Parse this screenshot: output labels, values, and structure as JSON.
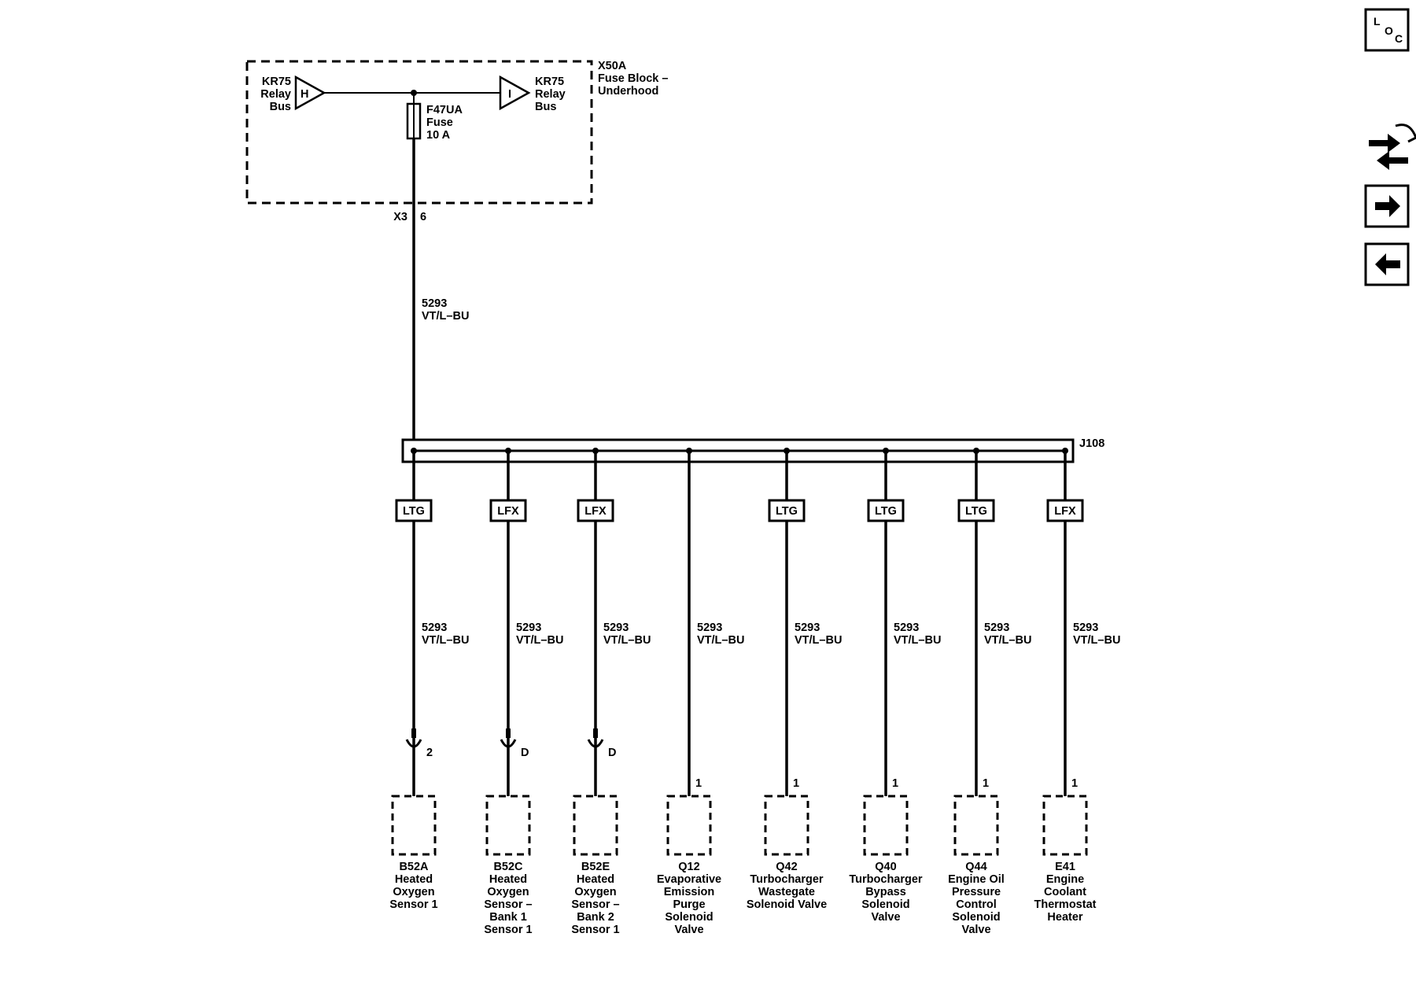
{
  "fuse_block": {
    "id": "X50A",
    "name_line1": "Fuse Block –",
    "name_line2": "Underhood",
    "left_bus": {
      "l1": "KR75",
      "l2": "Relay",
      "l3": "Bus",
      "letter": "H"
    },
    "right_bus": {
      "l1": "KR75",
      "l2": "Relay",
      "l3": "Bus",
      "letter": "I"
    },
    "fuse": {
      "id": "F47UA",
      "type": "Fuse",
      "rating": "10 A"
    },
    "connector": "X3",
    "pin": "6"
  },
  "feed_wire": {
    "circuit": "5293",
    "color": "VT/L–BU"
  },
  "splice": {
    "id": "J108"
  },
  "branches": [
    {
      "option": "LTG",
      "circuit": "5293",
      "color": "VT/L–BU",
      "pin": "2",
      "lines": [
        "B52A",
        "Heated",
        "Oxygen",
        "Sensor 1"
      ]
    },
    {
      "option": "LFX",
      "circuit": "5293",
      "color": "VT/L–BU",
      "pin": "D",
      "lines": [
        "B52C",
        "Heated",
        "Oxygen",
        "Sensor –",
        "Bank 1",
        "Sensor 1"
      ]
    },
    {
      "option": "LFX",
      "circuit": "5293",
      "color": "VT/L–BU",
      "pin": "D",
      "lines": [
        "B52E",
        "Heated",
        "Oxygen",
        "Sensor –",
        "Bank 2",
        "Sensor 1"
      ]
    },
    {
      "option": "",
      "circuit": "5293",
      "color": "VT/L–BU",
      "pin": "1",
      "lines": [
        "Q12",
        "Evaporative",
        "Emission",
        "Purge",
        "Solenoid",
        "Valve"
      ]
    },
    {
      "option": "LTG",
      "circuit": "5293",
      "color": "VT/L–BU",
      "pin": "1",
      "lines": [
        "Q42",
        "Turbocharger",
        "Wastegate",
        "Solenoid Valve"
      ]
    },
    {
      "option": "LTG",
      "circuit": "5293",
      "color": "VT/L–BU",
      "pin": "1",
      "lines": [
        "Q40",
        "Turbocharger",
        "Bypass",
        "Solenoid",
        "Valve"
      ]
    },
    {
      "option": "LTG",
      "circuit": "5293",
      "color": "VT/L–BU",
      "pin": "1",
      "lines": [
        "Q44",
        "Engine Oil",
        "Pressure",
        "Control",
        "Solenoid",
        "Valve"
      ]
    },
    {
      "option": "LFX",
      "circuit": "5293",
      "color": "VT/L–BU",
      "pin": "1",
      "lines": [
        "E41",
        "Engine",
        "Coolant",
        "Thermostat",
        "Heater"
      ]
    }
  ],
  "nav": {
    "loc": {
      "l": "L",
      "o": "O",
      "c": "C",
      "icon": "location-icon"
    },
    "connector_icon": "connector-icon",
    "next_icon": "arrow-right-icon",
    "prev_icon": "arrow-left-icon"
  }
}
